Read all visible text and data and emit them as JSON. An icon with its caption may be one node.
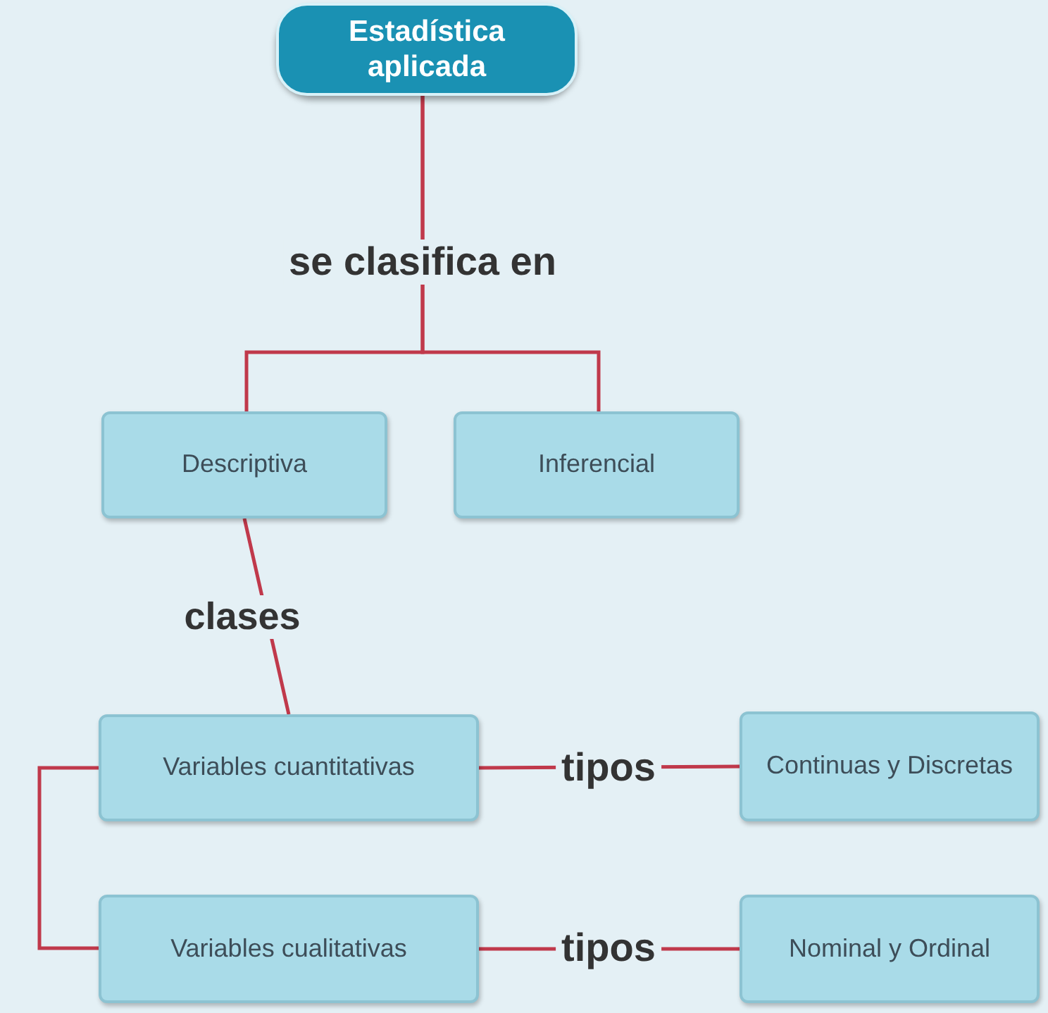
{
  "diagram": {
    "nodes": [
      {
        "text": [
          "Estadística aplicada"
        ]
      },
      {
        "text": [
          "Descriptiva"
        ]
      },
      {
        "text": [
          "Inferencial"
        ]
      },
      {
        "text": [
          "Variables cuantitativas"
        ]
      },
      {
        "text": [
          "Continuas y Discretas"
        ]
      },
      {
        "text": [
          "Variables cualitativas"
        ]
      },
      {
        "text": [
          "Nominal y Ordinal"
        ]
      }
    ],
    "edges": [
      {
        "from": 0,
        "to": 1,
        "arrow": "none",
        "label": "se clasifica en"
      },
      {
        "from": 0,
        "to": 2,
        "arrow": "none"
      },
      {
        "from": 1,
        "to": 3,
        "arrow": "none",
        "label": "clases"
      },
      {
        "from": 3,
        "to": 4,
        "arrow": "none",
        "label": "tipos"
      },
      {
        "from": 3,
        "to": 5,
        "arrow": "none"
      },
      {
        "from": 5,
        "to": 6,
        "arrow": "none",
        "label": "tipos"
      }
    ]
  }
}
